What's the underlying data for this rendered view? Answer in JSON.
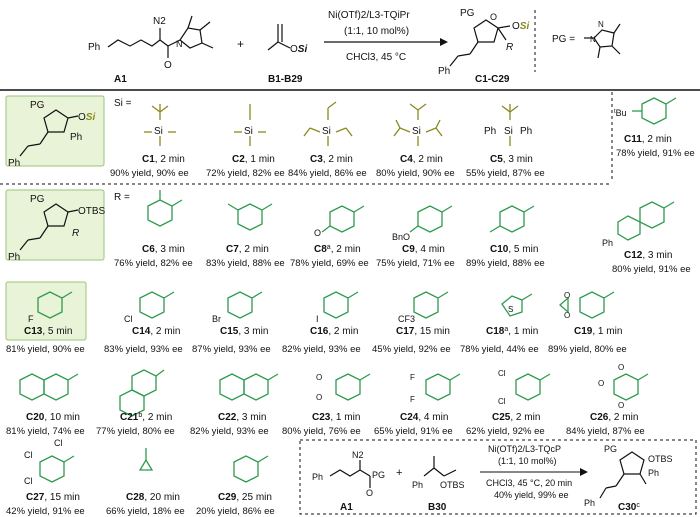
{
  "scheme": {
    "reactant_a_label": "A1",
    "reactant_b_label": "B1-B29",
    "product_label": "C1-C29",
    "plus": "+",
    "reagent": "Ni(OTf)2/L3-TQiPr",
    "loading": "(1:1, 10 mol%)",
    "conditions": "CHCl3, 45 °C",
    "pg_eq": "PG ="
  },
  "panel_si": {
    "si_head": "Si =",
    "core_labels": {
      "pg": "PG",
      "osi": "OSi",
      "ph_ring": "Ph",
      "ph_vinyl": "Ph"
    },
    "entries": [
      {
        "id": "C1",
        "time": "2 min",
        "result": "90% yield, 90% ee",
        "atom": "Si"
      },
      {
        "id": "C2",
        "time": "1 min",
        "result": "72% yield, 82% ee",
        "atom": "Si"
      },
      {
        "id": "C3",
        "time": "2 min",
        "result": "84% yield, 86% ee",
        "atom": "Si"
      },
      {
        "id": "C4",
        "time": "2 min",
        "result": "80% yield, 90% ee",
        "atom": "Si"
      },
      {
        "id": "C5",
        "time": "3 min",
        "result": "55% yield, 87% ee",
        "atom": "Si",
        "ph1": "Ph",
        "ph2": "Ph"
      }
    ]
  },
  "c11": {
    "id": "C11",
    "time": "2 min",
    "result": "78% yield, 91% ee",
    "sub": "tBu"
  },
  "panel_r": {
    "r_head": "R =",
    "core_labels": {
      "pg": "PG",
      "otbs": "OTBS",
      "r": "R",
      "ph_vinyl": "Ph"
    },
    "row1": [
      {
        "id": "C6",
        "time": "3 min",
        "result": "76% yield, 82% ee"
      },
      {
        "id": "C7",
        "time": "2 min",
        "result": "83% yield, 88% ee"
      },
      {
        "id": "C8",
        "sup": "a",
        "time": "2 min",
        "result": "78% yield, 69% ee",
        "sub": "O"
      },
      {
        "id": "C9",
        "time": "4 min",
        "result": "75% yield, 71% ee",
        "sub": "BnO"
      },
      {
        "id": "C10",
        "time": "5 min",
        "result": "89% yield, 88% ee"
      },
      {
        "id": "C12",
        "time": "3 min",
        "result": "80% yield, 91% ee",
        "sub": "Ph"
      }
    ],
    "row2": [
      {
        "id": "C13",
        "time": "5 min",
        "result": "81% yield, 90% ee",
        "sub": "F"
      },
      {
        "id": "C14",
        "time": "2 min",
        "result": "83% yield, 93% ee",
        "sub": "Cl"
      },
      {
        "id": "C15",
        "time": "3 min",
        "result": "87% yield, 93% ee",
        "sub": "Br"
      },
      {
        "id": "C16",
        "time": "2 min",
        "result": "82% yield, 93% ee",
        "sub": "I"
      },
      {
        "id": "C17",
        "time": "15 min",
        "result": "45% yield, 92% ee",
        "sub": "CF3"
      },
      {
        "id": "C18",
        "sup": "a",
        "time": "1 min",
        "result": "78% yield, 44% ee",
        "sub": "S"
      },
      {
        "id": "C19",
        "time": "1 min",
        "result": "89% yield, 80% ee",
        "sub1": "O",
        "sub2": "O"
      }
    ],
    "row3": [
      {
        "id": "C20",
        "time": "10 min",
        "result": "81% yield, 74% ee"
      },
      {
        "id": "C21",
        "sup": "b",
        "time": "2 min",
        "result": "77% yield, 80% ee"
      },
      {
        "id": "C22",
        "time": "3 min",
        "result": "82% yield, 93% ee"
      },
      {
        "id": "C23",
        "time": "1 min",
        "result": "80% yield, 76% ee",
        "sub1": "O",
        "sub2": "O"
      },
      {
        "id": "C24",
        "time": "4 min",
        "result": "65% yield, 91% ee",
        "sub1": "F",
        "sub2": "F"
      },
      {
        "id": "C25",
        "time": "2 min",
        "result": "62% yield, 92% ee",
        "sub1": "Cl",
        "sub2": "Cl"
      },
      {
        "id": "C26",
        "time": "2 min",
        "result": "84% yield, 87% ee",
        "sub1": "O",
        "sub2": "O",
        "sub3": "O"
      }
    ],
    "row4": [
      {
        "id": "C27",
        "time": "15 min",
        "result": "42% yield, 91% ee",
        "sub1": "Cl",
        "sub2": "Cl",
        "sub3": "Cl"
      },
      {
        "id": "C28",
        "time": "20 min",
        "result": "66% yield, 18% ee"
      },
      {
        "id": "C29",
        "time": "25 min",
        "result": "20% yield, 86% ee"
      }
    ]
  },
  "c30_box": {
    "a_label": "A1",
    "b_label": "B30",
    "plus": "+",
    "reagent": "Ni(OTf)2/L3-TQcP",
    "loading": "(1:1, 10 mol%)",
    "conditions": "CHCl3, 45 °C, 20 min",
    "result": "40% yield, 99% ee",
    "product": "C30",
    "product_sup": "c",
    "b_ph": "Ph",
    "b_otbs": "OTBS",
    "c_pg": "PG",
    "c_otbs": "OTBS",
    "c_ph": "Ph",
    "c_ph_vinyl": "Ph",
    "a_n2": "N2",
    "a_pg": "PG",
    "a_ph": "Ph"
  },
  "colors": {
    "green": "#2e9a4e",
    "olive": "#8a8a1f",
    "box_fill": "#e9f3d8",
    "box_stroke": "#9bc47a"
  }
}
